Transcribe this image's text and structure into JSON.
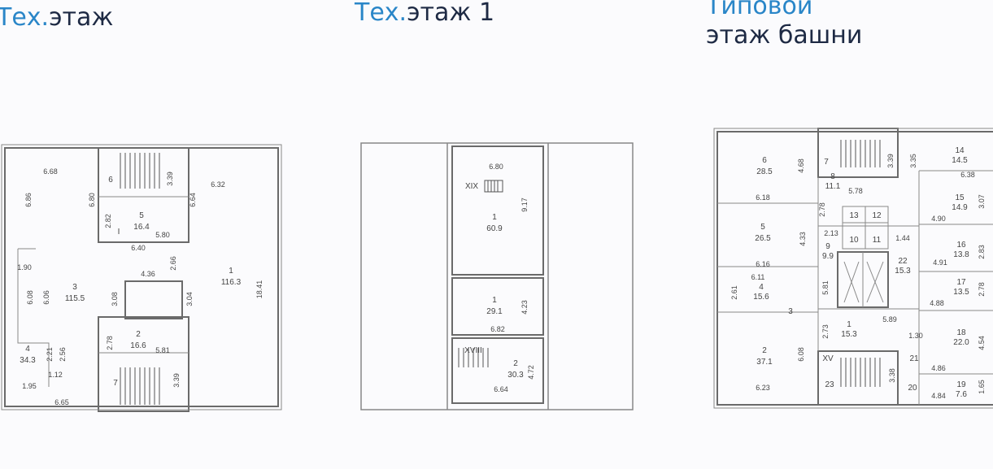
{
  "titles": {
    "t1": {
      "accent": "Тех.",
      "rest": "этаж"
    },
    "t2": {
      "accent": "Тех.",
      "rest": "этаж 1"
    },
    "t3": {
      "line1": "Типовой",
      "line2": "этаж башни"
    }
  },
  "colors": {
    "accent": "#2a86c8",
    "title": "#1e2a44",
    "wall": "#6a6a6a"
  },
  "plan1": {
    "room1": {
      "no": "1",
      "area": "116.3"
    },
    "room2": {
      "no": "2",
      "area": "16.6"
    },
    "room3": {
      "no": "3",
      "area": "115.5"
    },
    "room4": {
      "no": "4",
      "area": "34.3"
    },
    "room5": {
      "no": "5",
      "area": "16.4"
    },
    "stair6": "6",
    "stair7": "7",
    "mark_i": "I",
    "dims": [
      "6.68",
      "6.86",
      "6.80",
      "3.39",
      "6.64",
      "6.32",
      "2.82",
      "5.80",
      "6.40",
      "2.66",
      "4.36",
      "3.08",
      "3.04",
      "18.41",
      "1.90",
      "6.08",
      "6.06",
      "2.78",
      "5.81",
      "3.39",
      "2.21",
      "2.56",
      "1.12",
      "1.95",
      "6.65"
    ]
  },
  "plan2": {
    "room1a": {
      "no": "1",
      "area": "60.9"
    },
    "room1b": {
      "no": "1",
      "area": "29.1"
    },
    "room2": {
      "no": "2",
      "area": "30.3"
    },
    "mark_xix": "XIX",
    "mark_xviii": "XVIII",
    "dims": [
      "6.80",
      "9.17",
      "4.23",
      "6.82",
      "4.72",
      "6.64"
    ]
  },
  "plan3": {
    "rooms": [
      {
        "no": "6",
        "area": "28.5"
      },
      {
        "no": "14",
        "area": "14.5"
      },
      {
        "no": "8",
        "area": "11.1"
      },
      {
        "no": "15",
        "area": "14.9"
      },
      {
        "no": "5",
        "area": "26.5"
      },
      {
        "no": "9",
        "area": "9.9"
      },
      {
        "no": "16",
        "area": "13.8"
      },
      {
        "no": "22",
        "area": "15.3"
      },
      {
        "no": "4",
        "area": "15.6"
      },
      {
        "no": "17",
        "area": "13.5"
      },
      {
        "no": "1",
        "area": "15.3"
      },
      {
        "no": "18",
        "area": "22.0"
      },
      {
        "no": "2",
        "area": "37.1"
      },
      {
        "no": "19",
        "area": "7.6"
      }
    ],
    "labels": [
      "7",
      "13",
      "12",
      "10",
      "11",
      "3",
      "21",
      "20",
      "23",
      "XV"
    ],
    "dims": [
      "4.68",
      "3.39",
      "3.35",
      "6.38",
      "5.78",
      "6.18",
      "2.78",
      "3.07",
      "4.90",
      "2.13",
      "1.44",
      "4.33",
      "2.83",
      "6.16",
      "4.91",
      "6.11",
      "5.81",
      "2.61",
      "2.78",
      "4.88",
      "5.89",
      "2.73",
      "1.30",
      "4.54",
      "6.08",
      "4.86",
      "3.38",
      "1.65",
      "6.23",
      "4.84"
    ]
  }
}
